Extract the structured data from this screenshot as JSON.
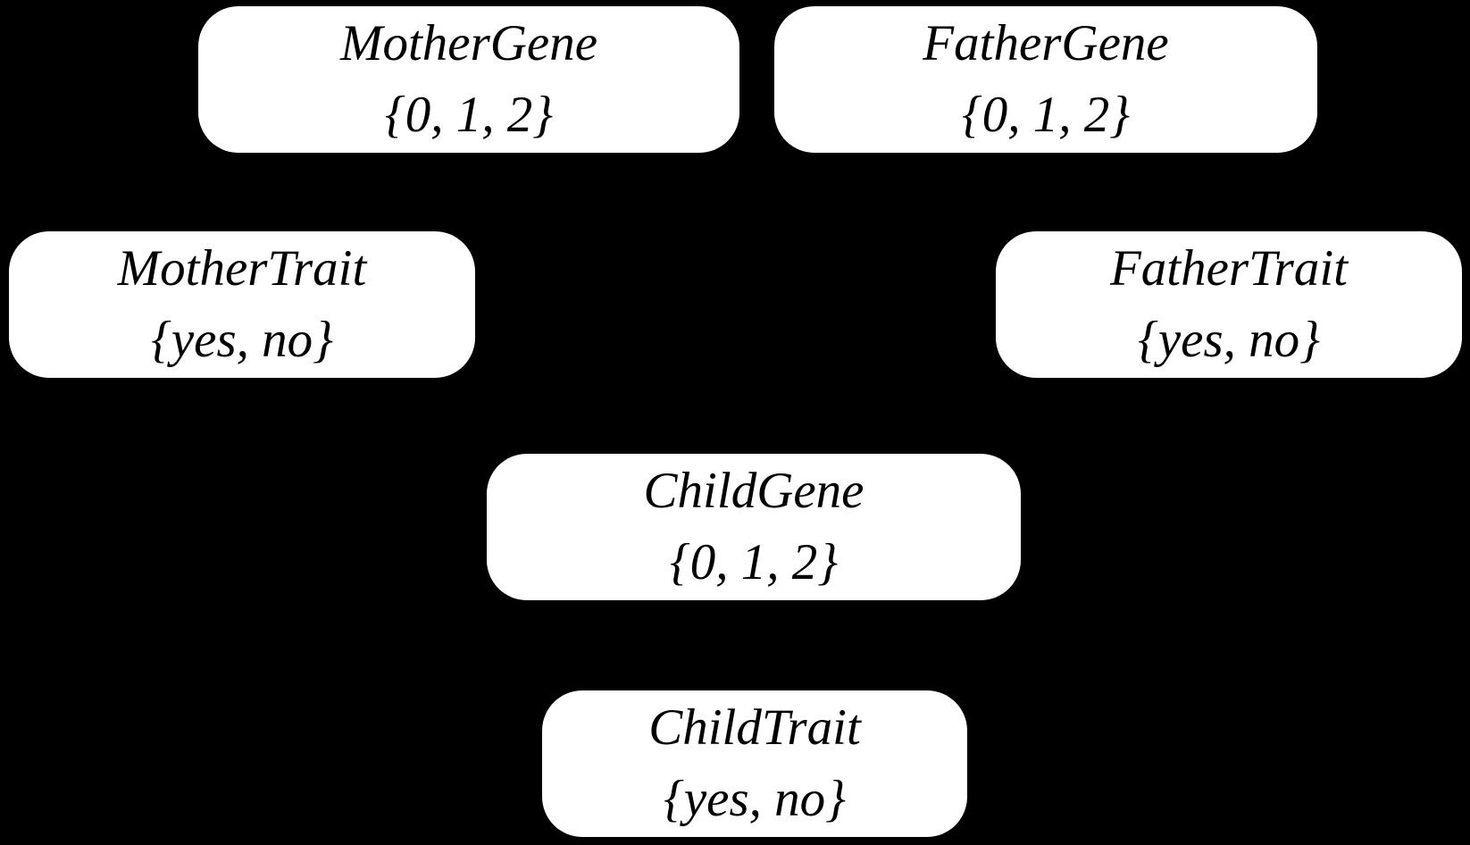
{
  "diagram": {
    "type": "bayesian-network",
    "description": "Six-node probability network; nodes show variable name and domain of values. No edges are visible against the black background."
  },
  "colors": {
    "background": "#000000",
    "node_fill": "#ffffff",
    "node_text": "#000000"
  },
  "nodes": [
    {
      "id": "mother-gene",
      "label": "MotherGene",
      "domain": "{0, 1, 2}"
    },
    {
      "id": "father-gene",
      "label": "FatherGene",
      "domain": "{0, 1, 2}"
    },
    {
      "id": "mother-trait",
      "label": "MotherTrait",
      "domain": "{yes, no}"
    },
    {
      "id": "father-trait",
      "label": "FatherTrait",
      "domain": "{yes, no}"
    },
    {
      "id": "child-gene",
      "label": "ChildGene",
      "domain": "{0, 1, 2}"
    },
    {
      "id": "child-trait",
      "label": "ChildTrait",
      "domain": "{yes, no}"
    }
  ]
}
